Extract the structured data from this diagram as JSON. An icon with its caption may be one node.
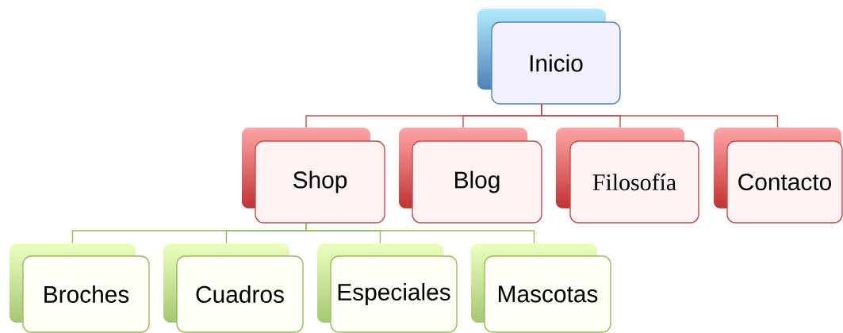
{
  "diagram": {
    "nodes": [
      {
        "text": [
          "Inicio"
        ]
      },
      {
        "text": [
          "Shop"
        ]
      },
      {
        "text": [
          "Blog"
        ]
      },
      {
        "text": [
          "Filosofía"
        ]
      },
      {
        "text": [
          "Contacto"
        ]
      },
      {
        "text": [
          "Broches"
        ]
      },
      {
        "text": [
          "Cuadros"
        ]
      },
      {
        "text": [
          "Especiales"
        ]
      },
      {
        "text": [
          "Mascotas"
        ]
      }
    ],
    "edges": [
      {
        "from": 0,
        "to": 1,
        "arrow": "none",
        "color": "#c0504d"
      },
      {
        "from": 0,
        "to": 2,
        "arrow": "none",
        "color": "#c0504d"
      },
      {
        "from": 0,
        "to": 3,
        "arrow": "none",
        "color": "#c0504d"
      },
      {
        "from": 0,
        "to": 4,
        "arrow": "none",
        "color": "#c0504d"
      },
      {
        "from": 1,
        "to": 5,
        "arrow": "none",
        "color": "#9bbb59"
      },
      {
        "from": 1,
        "to": 6,
        "arrow": "none",
        "color": "#9bbb59"
      },
      {
        "from": 1,
        "to": 7,
        "arrow": "none",
        "color": "#9bbb59"
      },
      {
        "from": 1,
        "to": 8,
        "arrow": "none",
        "color": "#9bbb59"
      }
    ]
  }
}
